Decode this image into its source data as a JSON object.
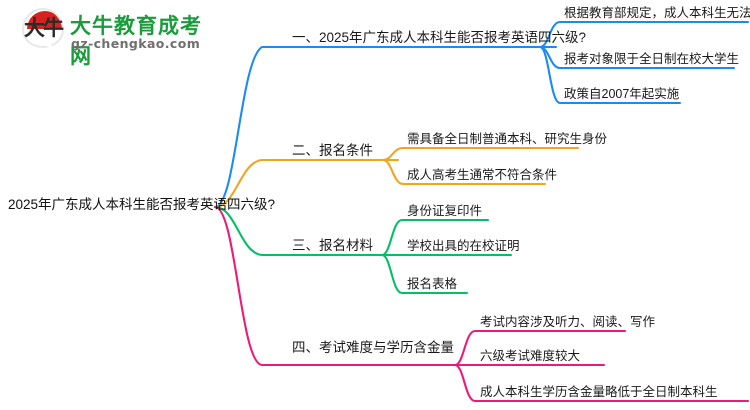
{
  "logo": {
    "mark_char": "大牛",
    "title": "大牛教育成考网",
    "subtitle": "gz-chengkao.com",
    "title_color": "#1a9c3c",
    "mark_color": "#d7231f"
  },
  "mindmap": {
    "root": {
      "label": "2025年广东成人本科生能否报考英语四六级?"
    },
    "branches": [
      {
        "label": "一、2025年广东成人本科生能否报考英语四六级?",
        "color": "#1a8cf0",
        "children": [
          {
            "label": "根据教育部规定，成人本科生无法报考"
          },
          {
            "label": "报考对象限于全日制在校大学生"
          },
          {
            "label": "政策自2007年起实施"
          }
        ]
      },
      {
        "label": "二、报名条件",
        "color": "#efa520",
        "children": [
          {
            "label": "需具备全日制普通本科、研究生身份"
          },
          {
            "label": "成人高考生通常不符合条件"
          }
        ]
      },
      {
        "label": "三、报名材料",
        "color": "#00c165",
        "children": [
          {
            "label": "身份证复印件"
          },
          {
            "label": "学校出具的在校证明"
          },
          {
            "label": "报名表格"
          }
        ]
      },
      {
        "label": "四、考试难度与学历含金量",
        "color": "#ee1a78",
        "children": [
          {
            "label": "考试内容涉及听力、阅读、写作"
          },
          {
            "label": "六级考试难度较大"
          },
          {
            "label": "成人本科生学历含金量略低于全日制本科生"
          }
        ]
      }
    ]
  }
}
